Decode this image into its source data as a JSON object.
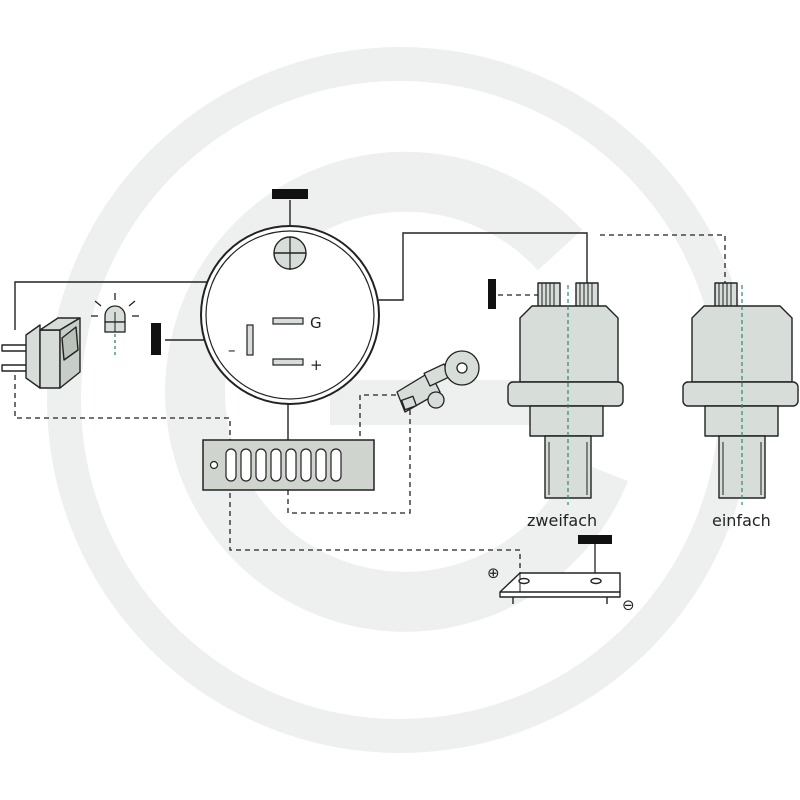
{
  "labels": {
    "gauge_ground_pin": "G",
    "gauge_minus_pin": "–",
    "gauge_plus_pin": "+",
    "sensor_dual_caption": "zweifach",
    "sensor_single_caption": "einfach",
    "battery_plus": "⊕",
    "battery_minus": "⊖"
  },
  "icons": {
    "background": "watermark-logo",
    "gauge": "oil-pressure-gauge",
    "lamp": "warning-lamp-icon",
    "switch": "rocker-switch",
    "key": "ignition-key",
    "fusebox": "fuse-box",
    "battery": "battery",
    "ground": "ground-symbol"
  },
  "colors": {
    "line": "#222222",
    "component_fill": "#d7ddd8",
    "fusebox_fill": "#cfd4cf",
    "signal_dash": "#2a8a78",
    "watermark": "#eef0f0"
  }
}
